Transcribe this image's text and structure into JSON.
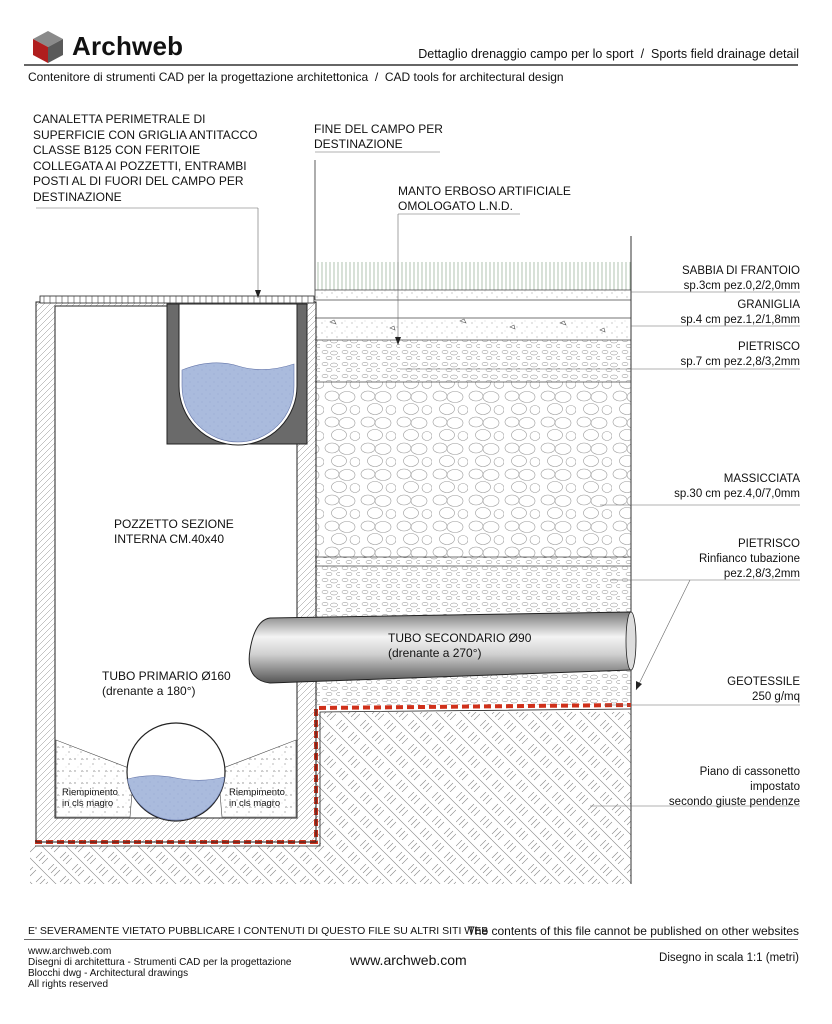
{
  "header": {
    "brand": "Archweb",
    "title": "Dettaglio drenaggio campo per lo sport  /  Sports field drainage detail",
    "subtitle": "Contenitore di strumenti CAD per la progettazione architettonica  /  CAD tools for architectural design"
  },
  "labels": {
    "canaletta": [
      "CANALETTA PERIMETRALE DI",
      "SUPERFICIE CON GRIGLIA ANTITACCO",
      "CLASSE B125 CON FERITOIE",
      "COLLEGATA AI POZZETTI, ENTRAMBI",
      "POSTI AL DI FUORI DEL CAMPO PER",
      "DESTINAZIONE"
    ],
    "fine_campo": [
      "FINE DEL CAMPO PER",
      "DESTINAZIONE"
    ],
    "manto": [
      "MANTO ERBOSO ARTIFICIALE",
      "OMOLOGATO L.N.D."
    ],
    "pozzetto": [
      "POZZETTO SEZIONE",
      "INTERNA CM.40x40"
    ],
    "tubo_primario": [
      "TUBO PRIMARIO  Ø160",
      "(drenante a 180°)"
    ],
    "tubo_secondario": [
      "TUBO SECONDARIO  Ø90",
      "(drenante a 270°)"
    ],
    "riempimento_left": [
      "Riempimento",
      "in cls magro"
    ],
    "riempimento_right": [
      "Riempimento",
      "in cls magro"
    ]
  },
  "layers": [
    {
      "name": "SABBIA DI FRANTOIO",
      "spec": "sp.3cm pez.0,2/2,0mm"
    },
    {
      "name": "GRANIGLIA",
      "spec": "sp.4 cm pez.1,2/1,8mm"
    },
    {
      "name": "PIETRISCO",
      "spec": "sp.7 cm pez.2,8/3,2mm"
    },
    {
      "name": "MASSICCIATA",
      "spec": "sp.30 cm pez.4,0/7,0mm"
    },
    {
      "name": "PIETRISCO",
      "spec": "Rinfianco tubazione",
      "spec2": "pez.2,8/3,2mm"
    },
    {
      "name": "GEOTESSILE",
      "spec": "250 g/mq"
    },
    {
      "name": "Piano di cassonetto",
      "spec": "impostato",
      "spec2": "secondo giuste pendenze"
    }
  ],
  "footer": {
    "warning_it": "E' SEVERAMENTE VIETATO PUBBLICARE I CONTENUTI DI QUESTO FILE SU ALTRI SITI WEB",
    "warning_en": "The contents of this file cannot be published on other websites",
    "left_lines": [
      "www.archweb.com",
      "Disegni di architettura - Strumenti CAD  per la progettazione",
      "Blocchi dwg - Architectural drawings",
      "All rights reserved"
    ],
    "center_url": "www.archweb.com",
    "scale": "Disegno in scala 1:1 (metri)"
  },
  "colors": {
    "water": "#aabbdd",
    "geotextile": "#d0301a",
    "concrete": "#6a6a6a"
  }
}
